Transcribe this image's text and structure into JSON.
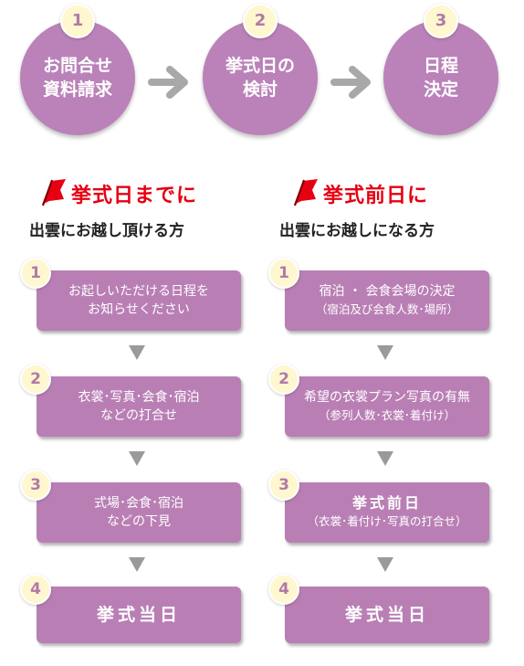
{
  "top_steps": [
    {
      "num": "1",
      "lines": [
        "お問合せ",
        "資料請求"
      ]
    },
    {
      "num": "2",
      "lines": [
        "挙式日の",
        "検討"
      ]
    },
    {
      "num": "3",
      "lines": [
        "日程",
        "決定"
      ]
    }
  ],
  "left": {
    "heading": "挙式日までに",
    "subheading": "出雲にお越し頂ける方",
    "steps": [
      {
        "num": "1",
        "lines": [
          "お起しいただける日程を",
          "お知らせください"
        ]
      },
      {
        "num": "2",
        "lines": [
          "衣裳･写真･会食･宿泊",
          "などの打合せ"
        ]
      },
      {
        "num": "3",
        "lines": [
          "式場･会食･宿泊",
          "などの下見"
        ]
      },
      {
        "num": "4",
        "lines": [
          "挙式当日"
        ]
      }
    ]
  },
  "right": {
    "heading": "挙式前日に",
    "subheading": "出雲にお越しになる方",
    "steps": [
      {
        "num": "1",
        "lines": [
          "宿泊 ・ 会食会場の決定",
          "（宿泊及び会食人数･場所）"
        ]
      },
      {
        "num": "2",
        "lines": [
          "希望の衣裳プラン写真の有無",
          "（参列人数･衣裳･着付け）"
        ]
      },
      {
        "num": "3",
        "lines": [
          "挙式前日",
          "（衣裳･着付け･写真の打合せ）"
        ]
      },
      {
        "num": "4",
        "lines": [
          "挙式当日"
        ]
      }
    ]
  },
  "colors": {
    "accent": "#ba82b8",
    "heading": "#e60012",
    "badge": "#fff7cf",
    "arrow": "#9a9a9a"
  }
}
